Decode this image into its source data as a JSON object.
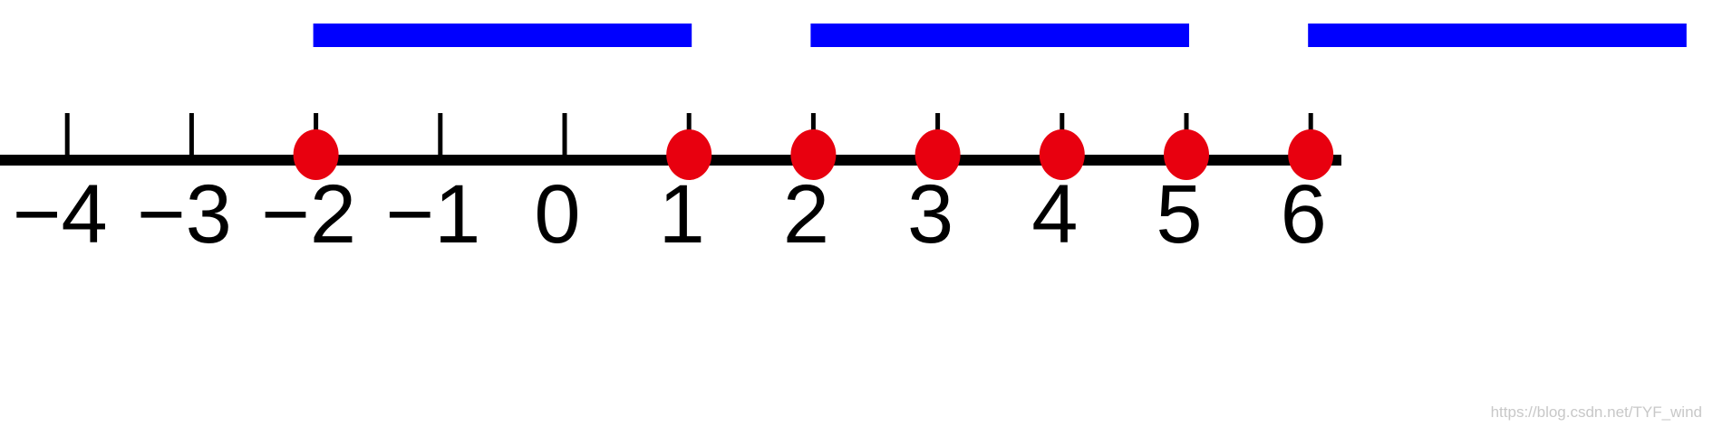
{
  "number_line": {
    "ticks": [
      "−4",
      "−3",
      "−2",
      "−1",
      "0",
      "1",
      "2",
      "3",
      "4",
      "5",
      "6"
    ],
    "tick_values": [
      -4,
      -3,
      -2,
      -1,
      0,
      1,
      2,
      3,
      4,
      5,
      6
    ],
    "points": [
      -2,
      1,
      2,
      3,
      4,
      5,
      6
    ],
    "intervals": [
      {
        "start": -2,
        "end": 1
      },
      {
        "start": 2,
        "end": 5
      },
      {
        "start": 6,
        "end": 9
      }
    ]
  },
  "colors": {
    "axis": "#000000",
    "point": "#e8000f",
    "interval": "#0000ff",
    "watermark": "#c8c8c8"
  },
  "watermark": "https://blog.csdn.net/TYF_wind"
}
